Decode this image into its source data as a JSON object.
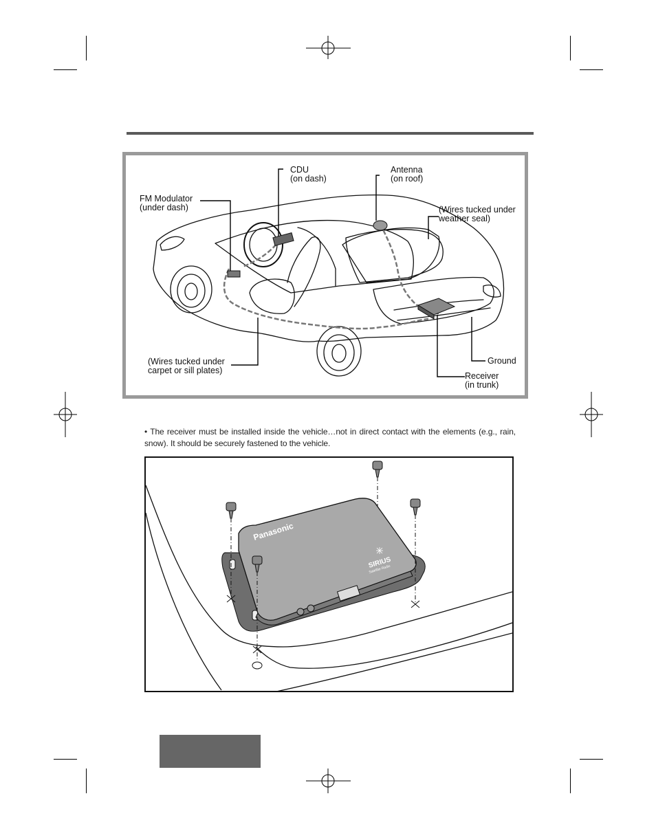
{
  "figure1": {
    "labels": {
      "fm_modulator": "FM Modulator\n(under dash)",
      "cdu": "CDU\n(on dash)",
      "antenna": "Antenna\n(on roof)",
      "wires_weather_seal": "(Wires tucked under\nweather seal)",
      "wires_carpet": "(Wires tucked under\ncarpet or sill plates)",
      "ground": "Ground",
      "receiver": "Receiver\n(in trunk)"
    }
  },
  "note": {
    "text": "• The receiver must be installed inside the vehicle…not in direct contact with the elements (e.g., rain, snow). It should be securely fastened to the vehicle."
  },
  "figure2": {
    "brand_label": "Panasonic",
    "logo_text": "SIRIUS",
    "logo_subtext": "Satellite Radio"
  }
}
